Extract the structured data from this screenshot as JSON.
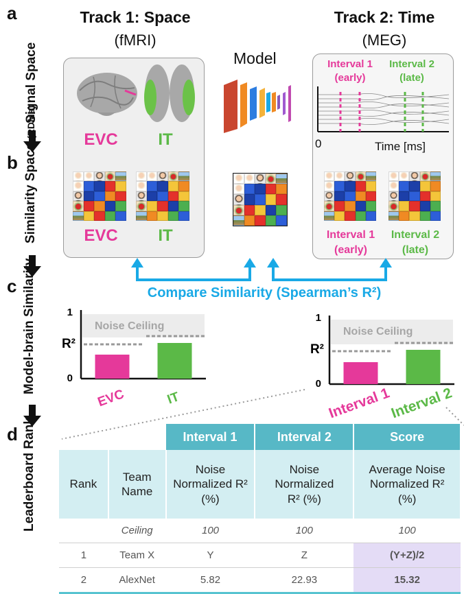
{
  "panels": {
    "a": "a",
    "b": "b",
    "c": "c",
    "d": "d"
  },
  "track1": {
    "title": "Track 1: Space",
    "subtitle": "(fMRI)"
  },
  "track2": {
    "title": "Track 2: Time",
    "subtitle": "(MEG)"
  },
  "model": {
    "label": "Model"
  },
  "row_labels": {
    "signal_space": "Signal Space",
    "similarity_space": "Similarity Space",
    "similarity_space_sub": "(RDMs)",
    "model_brain": "Model-brain Similarity",
    "leaderboard": "Leaderboard Rank"
  },
  "fmri": {
    "evc": "EVC",
    "it": "IT"
  },
  "meg": {
    "interval1": "Interval 1",
    "interval1_sub": "(early)",
    "interval2": "Interval 2",
    "interval2_sub": "(late)",
    "axis_zero": "0",
    "axis_label": "Time [ms]"
  },
  "rdm_values": {
    "diag": "0"
  },
  "compare": {
    "label": "Compare Similarity (Spearman’s R²)"
  },
  "colors": {
    "pink": "#e5399a",
    "green": "#5bb947",
    "blue_accent": "#19a9e6",
    "teal": "#57b8c6"
  },
  "chart_data": [
    {
      "type": "bar",
      "categories": [
        "EVC",
        "IT"
      ],
      "values": [
        0.35,
        0.52
      ],
      "noise_ceiling": [
        0.5,
        0.62
      ],
      "ceiling_label": "Noise Ceiling",
      "ylabel": "R²",
      "y_ticks": [
        "1",
        "0"
      ],
      "ylim": [
        0,
        1
      ]
    },
    {
      "type": "bar",
      "categories": [
        "Interval 1",
        "Interval 2"
      ],
      "values": [
        0.32,
        0.5
      ],
      "noise_ceiling": [
        0.48,
        0.6
      ],
      "ceiling_label": "Noise Ceiling",
      "ylabel": "R²",
      "y_ticks": [
        "1",
        "0"
      ],
      "ylim": [
        0,
        1
      ]
    }
  ],
  "leaderboard": {
    "headers": [
      "Interval 1",
      "Interval 2",
      "Score"
    ],
    "subheaders": [
      "Rank",
      "Team Name",
      "Noise Normalized R² (%)",
      "Noise Normalized R² (%)",
      "Average Noise Normalized R² (%)"
    ],
    "rows": [
      [
        "",
        "Ceiling",
        "100",
        "100",
        "100"
      ],
      [
        "1",
        "Team X",
        "Y",
        "Z",
        "(Y+Z)/2"
      ],
      [
        "2",
        "AlexNet",
        "5.82",
        "22.93",
        "15.32"
      ]
    ]
  }
}
